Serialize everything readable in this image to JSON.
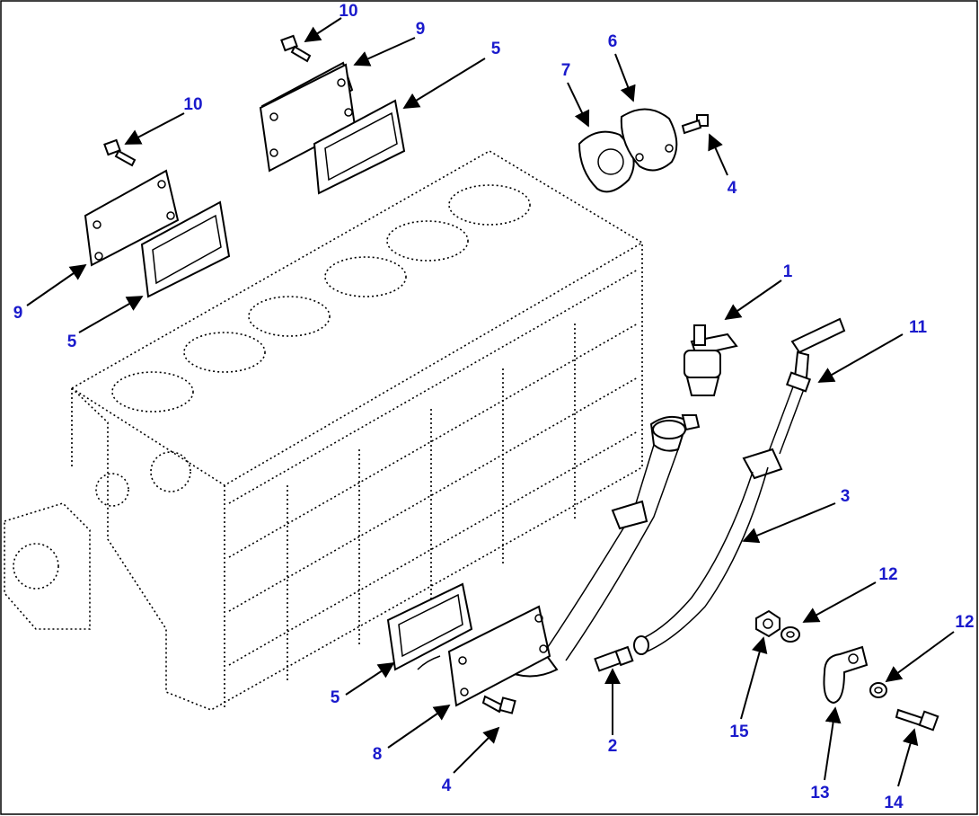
{
  "colors": {
    "callout": "#1a1acc",
    "line": "#000000",
    "background": "#ffffff"
  },
  "callouts": [
    {
      "id": "c10a",
      "number": "10"
    },
    {
      "id": "c9a",
      "number": "9"
    },
    {
      "id": "c5a",
      "number": "5"
    },
    {
      "id": "c6",
      "number": "6"
    },
    {
      "id": "c7",
      "number": "7"
    },
    {
      "id": "c10b",
      "number": "10"
    },
    {
      "id": "c4a",
      "number": "4"
    },
    {
      "id": "c9b",
      "number": "9"
    },
    {
      "id": "c5b",
      "number": "5"
    },
    {
      "id": "c1",
      "number": "1"
    },
    {
      "id": "c11",
      "number": "11"
    },
    {
      "id": "c3",
      "number": "3"
    },
    {
      "id": "c12a",
      "number": "12"
    },
    {
      "id": "c12b",
      "number": "12"
    },
    {
      "id": "c5c",
      "number": "5"
    },
    {
      "id": "c15",
      "number": "15"
    },
    {
      "id": "c8",
      "number": "8"
    },
    {
      "id": "c2",
      "number": "2"
    },
    {
      "id": "c13",
      "number": "13"
    },
    {
      "id": "c4b",
      "number": "4"
    },
    {
      "id": "c14",
      "number": "14"
    }
  ]
}
